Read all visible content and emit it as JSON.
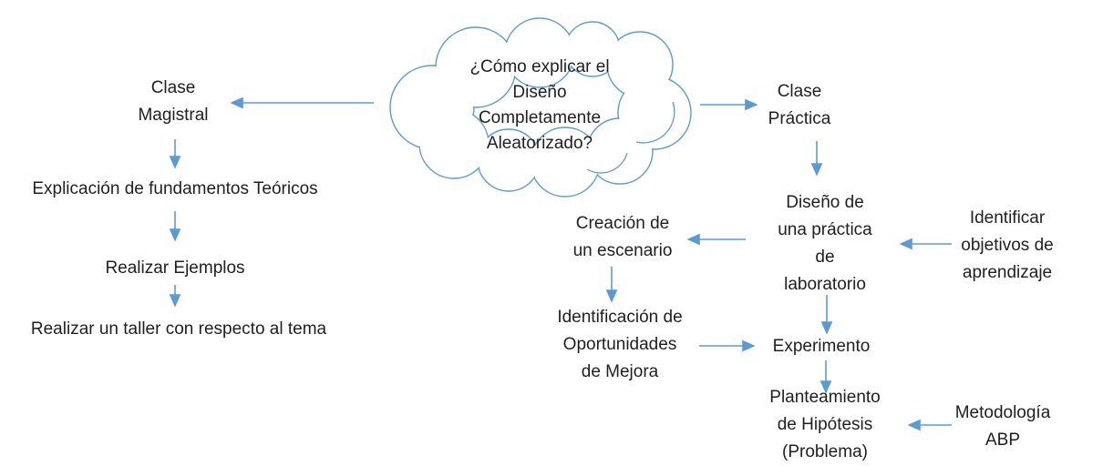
{
  "title": "Diagrama: ¿Cómo explicar el Diseño Completamente Aleatorizado?",
  "colors": {
    "accent": "#5B9BD5",
    "text": "#1f1f1f",
    "background": "#ffffff"
  },
  "nodes": {
    "cloud": {
      "text": "¿Cómo explicar el\nDiseño\nCompletamente\nAleatorizado?",
      "shape": "cloud"
    },
    "clase_magistral": {
      "text": "Clase\nMagistral"
    },
    "explicacion": {
      "text": "Explicación de fundamentos Teóricos"
    },
    "realizar_ejemplos": {
      "text": "Realizar Ejemplos"
    },
    "realizar_taller": {
      "text": "Realizar un taller con respecto al tema"
    },
    "clase_practica": {
      "text": "Clase\nPráctica"
    },
    "diseno_practica": {
      "text": "Diseño de\nuna práctica\nde\nlaboratorio"
    },
    "creacion_escenario": {
      "text": "Creación de\nun escenario"
    },
    "identificacion_oportunidades": {
      "text": "Identificación de\nOportunidades\nde Mejora"
    },
    "experimento": {
      "text": "Experimento"
    },
    "planteamiento_hipotesis": {
      "text": "Planteamiento\nde Hipótesis\n(Problema)"
    },
    "identificar_objetivos": {
      "text": "Identificar\nobjetivos de\naprendizaje"
    },
    "metodologia_abp": {
      "text": "Metodología\nABP"
    }
  },
  "connections": [
    {
      "from": "cloud",
      "to": "clase_magistral"
    },
    {
      "from": "cloud",
      "to": "clase_practica"
    },
    {
      "from": "clase_magistral",
      "to": "explicacion"
    },
    {
      "from": "explicacion",
      "to": "realizar_ejemplos"
    },
    {
      "from": "realizar_ejemplos",
      "to": "realizar_taller"
    },
    {
      "from": "clase_practica",
      "to": "diseno_practica"
    },
    {
      "from": "diseno_practica",
      "to": "creacion_escenario"
    },
    {
      "from": "creacion_escenario",
      "to": "identificacion_oportunidades"
    },
    {
      "from": "identificacion_oportunidades",
      "to": "experimento"
    },
    {
      "from": "diseno_practica",
      "to": "experimento"
    },
    {
      "from": "experimento",
      "to": "planteamiento_hipotesis"
    },
    {
      "from": "identificar_objetivos",
      "to": "diseno_practica"
    },
    {
      "from": "metodologia_abp",
      "to": "planteamiento_hipotesis"
    }
  ]
}
